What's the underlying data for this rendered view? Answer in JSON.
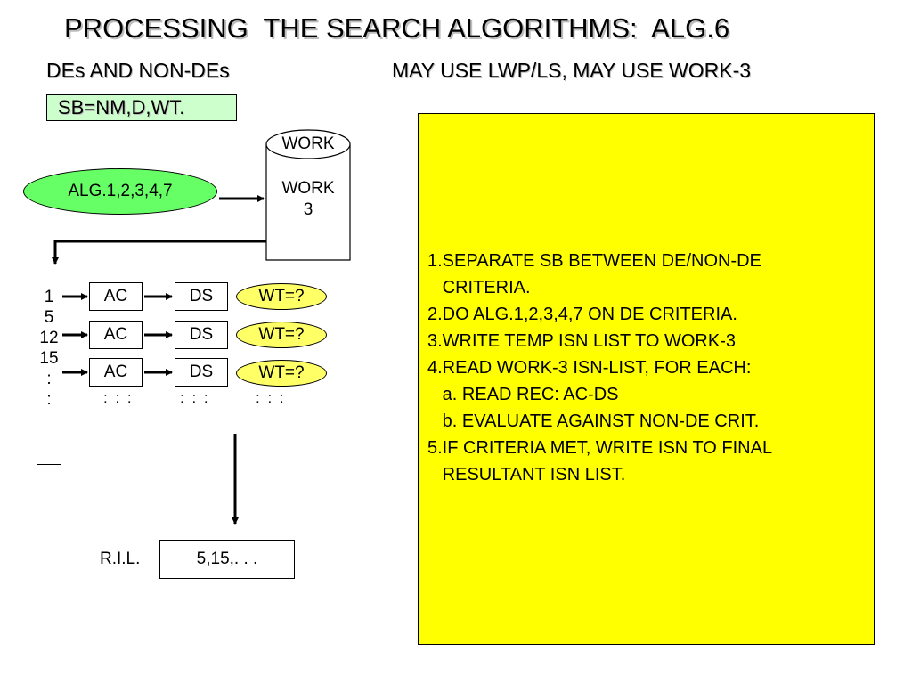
{
  "title": "PROCESSING  THE SEARCH ALGORITHMS:  ALG.6",
  "subtitle_left": "DEs AND NON-DEs",
  "subtitle_right": "MAY USE LWP/LS, MAY USE WORK-3",
  "search_buffer": "SB=NM,D,WT.",
  "alg_oval": "ALG.1,2,3,4,7",
  "work_storage": {
    "top_label": "WORK",
    "body_line1": "WORK",
    "body_line2": "3"
  },
  "isn_list": [
    "1",
    "5",
    "12",
    "15",
    ":",
    ":"
  ],
  "rows": [
    {
      "ac": "AC",
      "ds": "DS",
      "wt": "WT=?"
    },
    {
      "ac": "AC",
      "ds": "DS",
      "wt": "WT=?"
    },
    {
      "ac": "AC",
      "ds": "DS",
      "wt": "WT=?"
    }
  ],
  "continuation_dots": [
    ": : :",
    ": : :",
    ": : :"
  ],
  "ril": {
    "label": "R.I.L.",
    "value": "5,15,. . ."
  },
  "steps": [
    "1.SEPARATE SB BETWEEN DE/NON-DE",
    "   CRITERIA.",
    "2.DO ALG.1,2,3,4,7 ON DE CRITERIA.",
    "3.WRITE TEMP ISN LIST TO WORK-3",
    "4.READ WORK-3 ISN-LIST, FOR EACH:",
    "   a. READ REC: AC-DS",
    "   b. EVALUATE AGAINST NON-DE CRIT.",
    "5.IF CRITERIA MET, WRITE ISN TO FINAL",
    "   RESULTANT ISN LIST."
  ],
  "colors": {
    "search_buffer_fill": "#ccffcc",
    "alg_oval_fill": "#66ff66",
    "wt_oval_fill": "#ffff66",
    "steps_panel_fill": "#ffff00"
  }
}
